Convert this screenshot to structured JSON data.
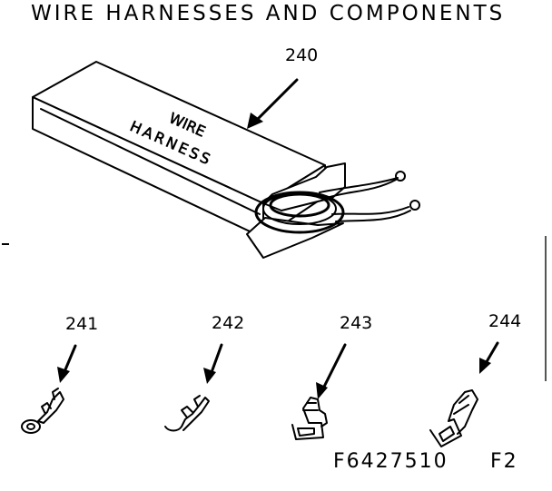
{
  "title": "WIRE HARNESSES AND COMPONENTS",
  "box_label_line1": "WIRE",
  "box_label_line2": "HARNESS",
  "parts": [
    {
      "callout": "240"
    },
    {
      "callout": "241"
    },
    {
      "callout": "242"
    },
    {
      "callout": "243"
    },
    {
      "callout": "244"
    }
  ],
  "figure_code": "F6427510",
  "sheet": "F2"
}
